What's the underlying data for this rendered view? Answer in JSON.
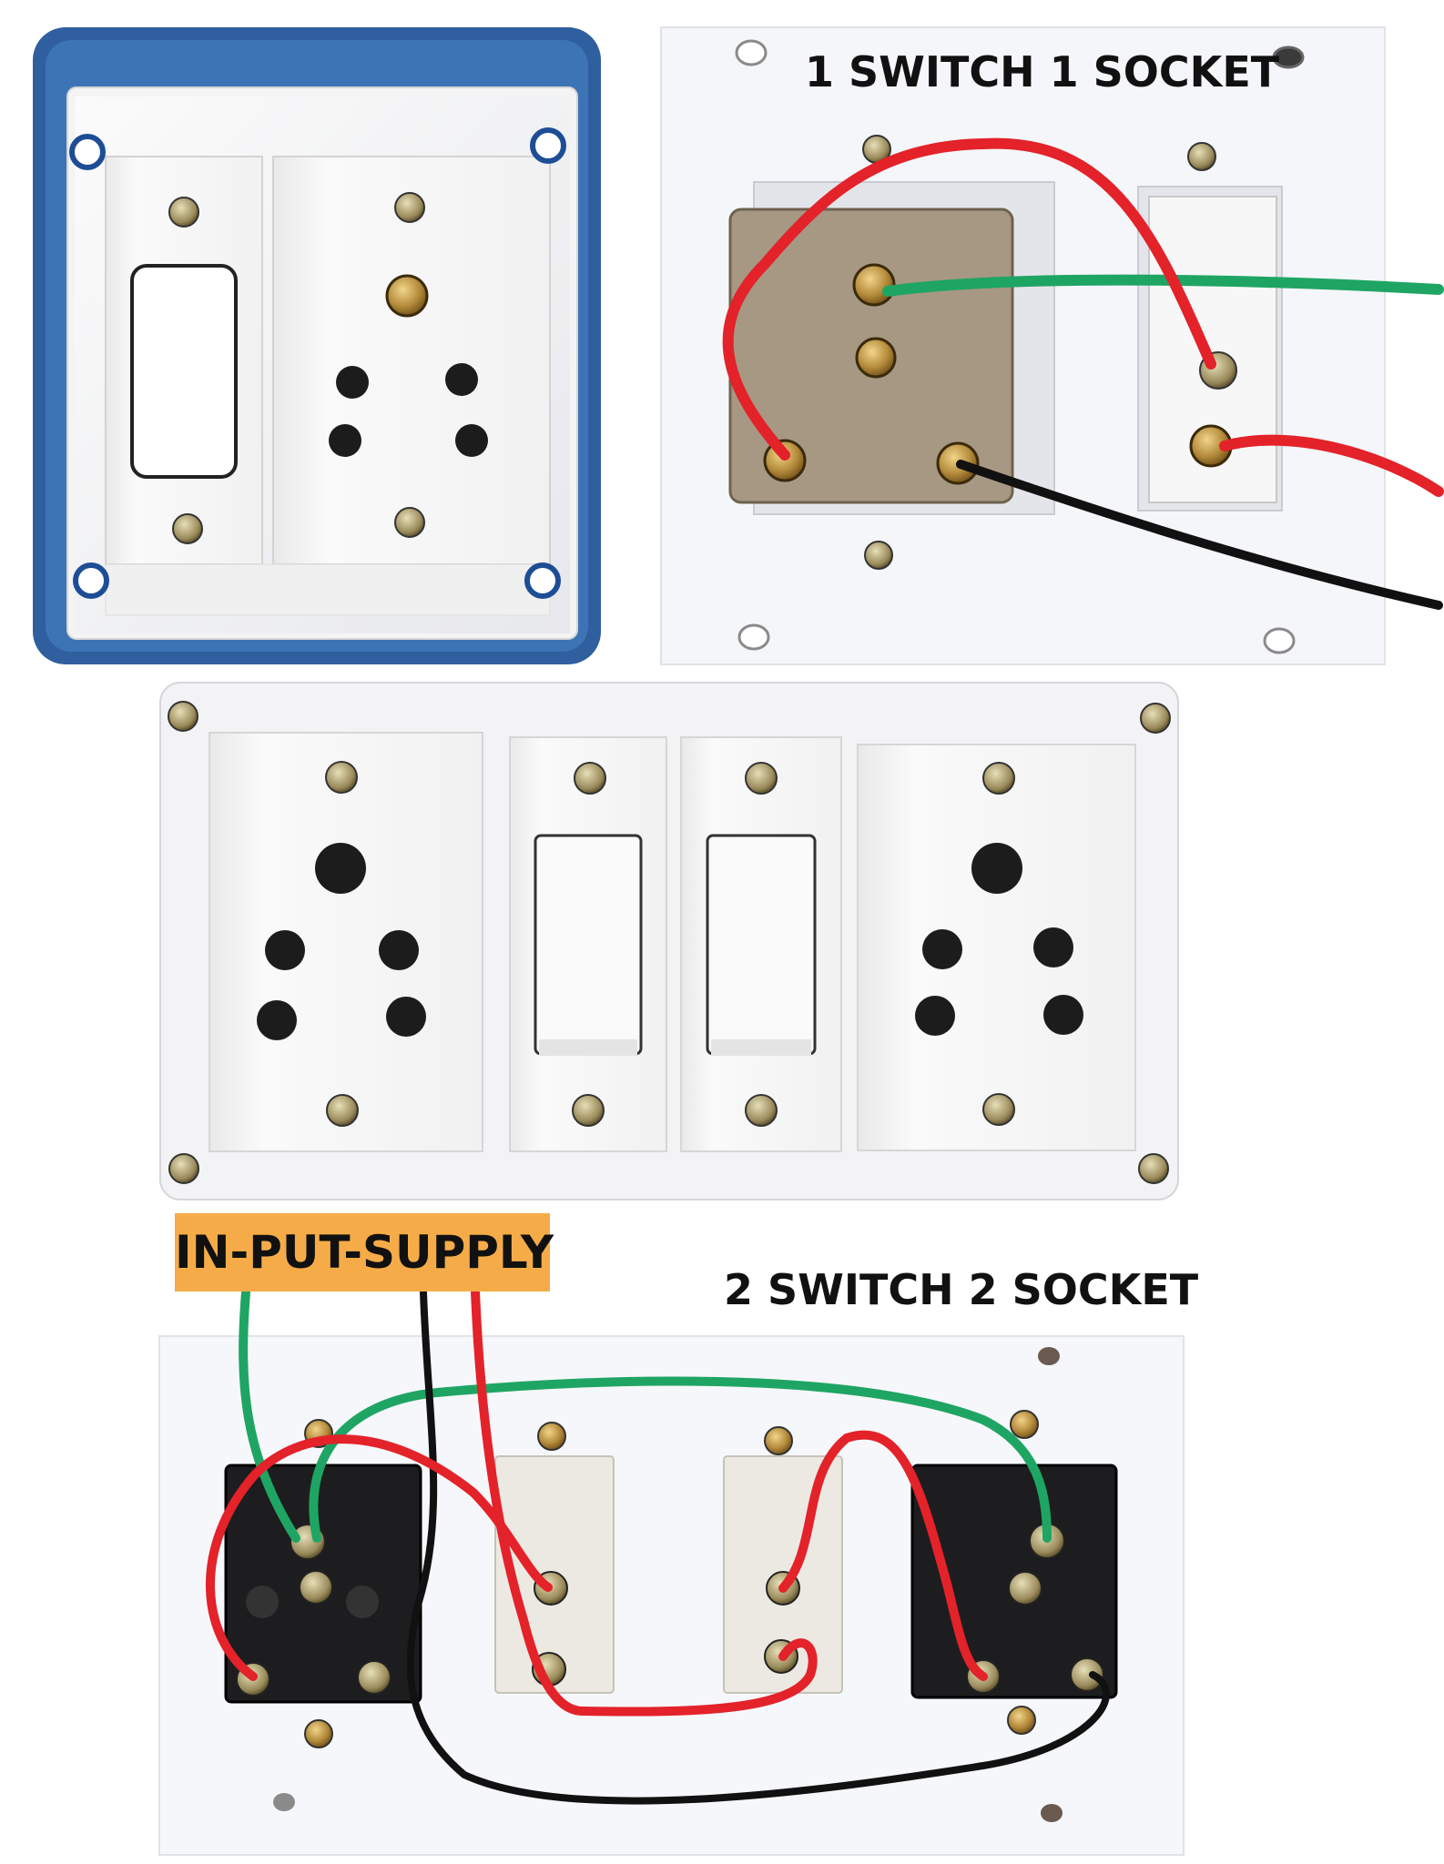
{
  "labels": {
    "one_switch_one_socket": "1 SWITCH 1 SOCKET",
    "two_switch_two_socket": "2 SWITCH 2 SOCKET",
    "input_supply": "IN-PUT-SUPPLY"
  },
  "colors": {
    "enclosure_blue": "#2f5f9e",
    "plate_white": "#f6f6f6",
    "wire_red": "#e3222a",
    "wire_green": "#1fa563",
    "wire_black": "#111111",
    "brass": "#b38a3a",
    "tag_orange": "#f5ac48"
  },
  "icons": [
    "screw-icon",
    "socket-hole-icon",
    "rocker-switch-icon",
    "terminal-icon"
  ]
}
